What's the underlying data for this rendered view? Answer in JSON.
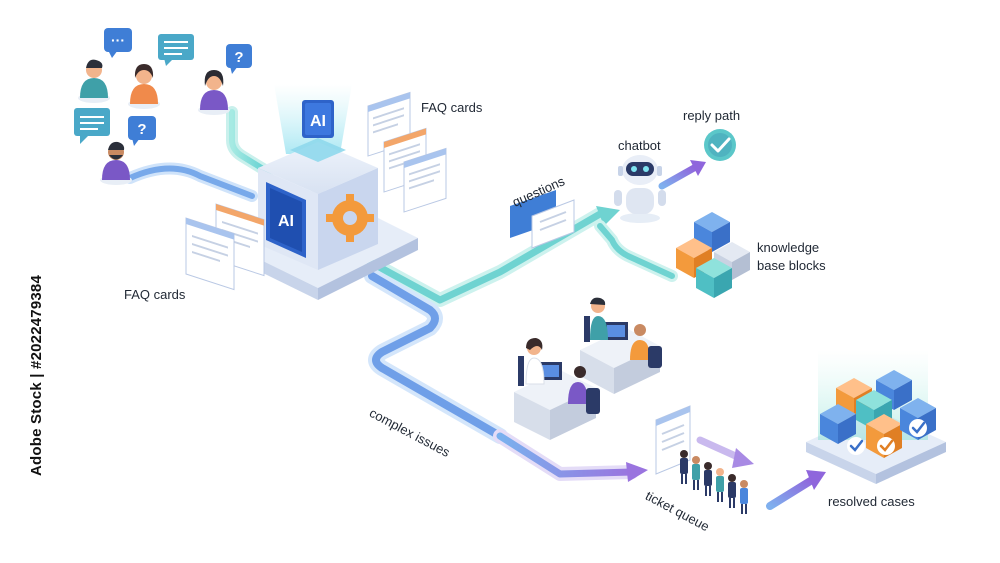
{
  "labels": {
    "faq_top": "FAQ cards",
    "faq_left": "FAQ cards",
    "questions": "questions",
    "chatbot": "chatbot",
    "reply_path": "reply path",
    "knowledge_line1": "knowledge",
    "knowledge_line2": "base blocks",
    "complex_issues": "complex issues",
    "ticket_queue": "ticket queue",
    "resolved_cases": "resolved cases"
  },
  "hub": {
    "ai_text": "AI"
  },
  "chat_symbols": {
    "ellipsis": "···",
    "question": "?"
  },
  "watermark": {
    "brand": "Adobe Stock",
    "separator": " | ",
    "id": "#2022479384"
  },
  "colors": {
    "path_teal": "#7fdcd8",
    "path_blue": "#6fa3e6",
    "path_purple": "#9b7ee0",
    "hub_blue": "#2e63c9",
    "gear_orange": "#f39a3c",
    "check_teal": "#5bc7c9"
  }
}
